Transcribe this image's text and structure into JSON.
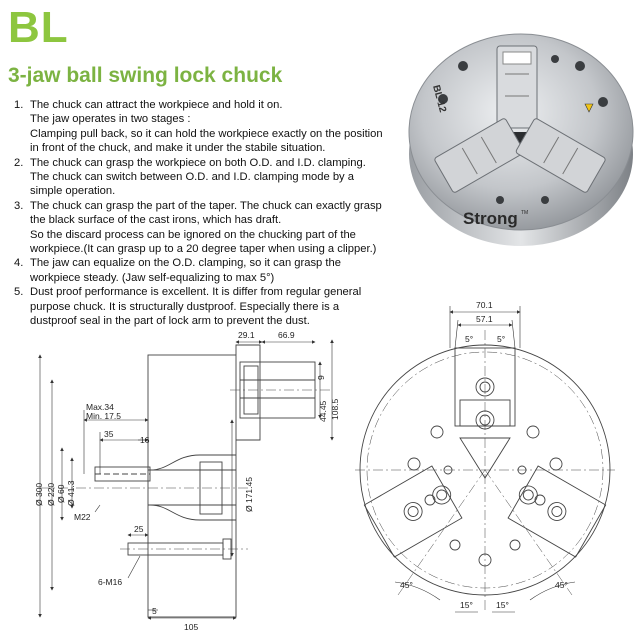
{
  "header": {
    "logo": "BL",
    "subtitle": "3-jaw ball swing lock chuck"
  },
  "features": [
    {
      "num": "1.",
      "lines": [
        "The chuck can attract the workpiece and hold it on.",
        "The jaw operates in two stages :",
        "Clamping pull back, so it can hold the workpiece exactly on the position",
        "in front of the chuck, and make it under the stabile situation."
      ]
    },
    {
      "num": "2.",
      "lines": [
        "The chuck can grasp the workpiece on both O.D. and I.D. clamping.",
        "The chuck can switch between O.D. and I.D. clamping mode by a",
        "simple operation."
      ]
    },
    {
      "num": "3.",
      "lines": [
        "The chuck can grasp the part of the taper. The chuck can exactly grasp",
        "the black surface of the cast irons, which has draft.",
        "So the discard process can be ignored on the chucking part of the",
        "workpiece.(It can grasp up to a 20 degree taper when using a clipper.)"
      ]
    },
    {
      "num": "4.",
      "lines": [
        "The jaw can equalize on the O.D. clamping, so it can grasp the",
        "workpiece steady. (Jaw self-equalizing to max 5°)"
      ]
    },
    {
      "num": "5.",
      "lines": [
        "Dust proof performance is excellent. It is differ from regular general",
        "purpose chuck. It is structurally dustproof. Especially there is a",
        "dustproof seal in the part of lock arm to prevent the dust."
      ]
    }
  ],
  "photo": {
    "model_text": "BL-12",
    "brand": "Strong",
    "brand_suffix": "TM",
    "body_color": "#b9bcc0",
    "jaw_color": "#d7d9dc"
  },
  "side_view": {
    "dim_29_1": "29.1",
    "dim_66_9": "66.9",
    "dim_9": "9",
    "dim_44_45": "44.45",
    "dim_108_5": "108.5",
    "dim_max34": "Max.34",
    "dim_min17_5": "Min. 17.5",
    "dim_35": "35",
    "dim_16": "16",
    "dim_d300": "Ø 300",
    "dim_d220": "Ø 220",
    "dim_d60": "Ø 60",
    "dim_d41_3": "Ø 41.3",
    "dim_m22": "M22",
    "dim_d171_45": "Ø 171.45",
    "dim_25": "25",
    "dim_6m16": "6-M16",
    "dim_5": "5",
    "dim_105": "105"
  },
  "front_view": {
    "dim_70_1": "70.1",
    "dim_57_1": "57.1",
    "dim_5deg_left": "5°",
    "dim_5deg_right": "5°",
    "dim_45_left": "45°",
    "dim_45_right": "45°",
    "dim_15_left": "15°",
    "dim_15_right": "15°"
  }
}
